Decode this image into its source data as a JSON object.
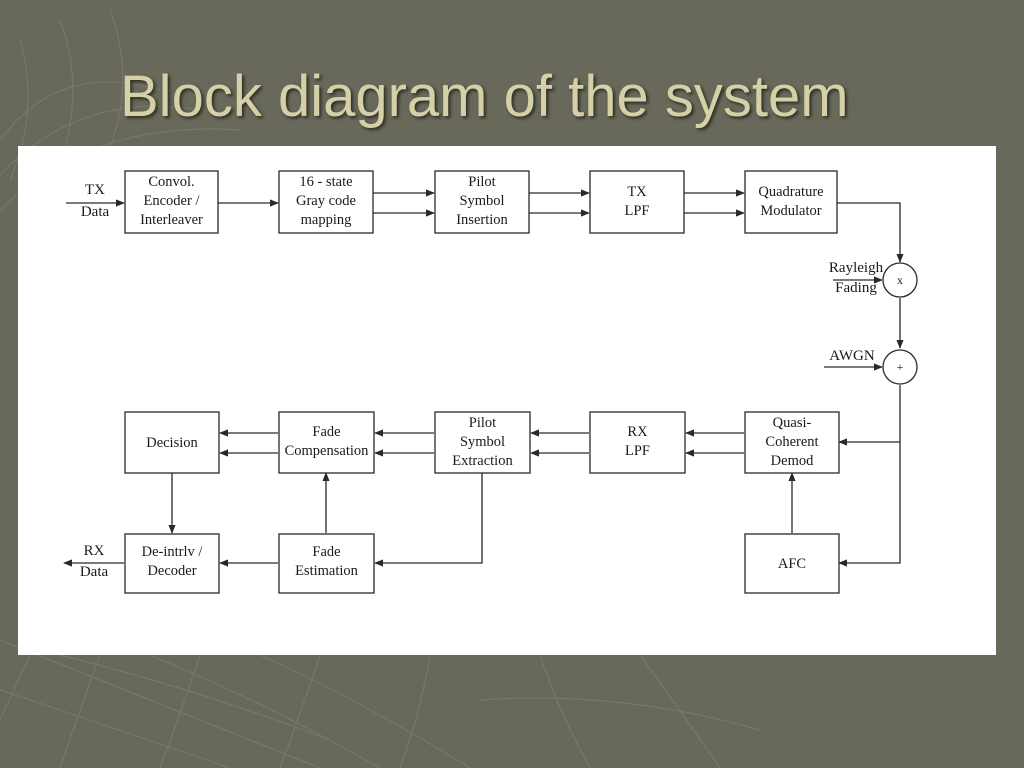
{
  "slide": {
    "title": "Block diagram of the system"
  },
  "diagram": {
    "blocks": {
      "convol_encoder": [
        "Convol.",
        "Encoder /",
        "Interleaver"
      ],
      "gray_mapping": [
        "16 - state",
        "Gray code",
        "mapping"
      ],
      "pilot_insertion": [
        "Pilot",
        "Symbol",
        "Insertion"
      ],
      "tx_lpf": [
        "TX",
        "LPF"
      ],
      "quad_modulator": [
        "Quadrature",
        "Modulator"
      ],
      "quasi_coherent": [
        "Quasi-",
        "Coherent",
        "Demod"
      ],
      "rx_lpf": [
        "RX",
        "LPF"
      ],
      "pilot_extraction": [
        "Pilot",
        "Symbol",
        "Extraction"
      ],
      "fade_compensation": [
        "Fade",
        "Compensation"
      ],
      "decision": [
        "Decision"
      ],
      "afc": [
        "AFC"
      ],
      "fade_estimation": [
        "Fade",
        "Estimation"
      ],
      "deinterleave_decoder": [
        "De-intrlv /",
        "Decoder"
      ]
    },
    "labels": {
      "tx_data": [
        "TX",
        "Data"
      ],
      "rx_data": [
        "RX",
        "Data"
      ],
      "rayleigh_fading": [
        "Rayleigh",
        "Fading"
      ],
      "awgn": "AWGN"
    },
    "operators": {
      "multiply": "x",
      "add": "+"
    }
  }
}
